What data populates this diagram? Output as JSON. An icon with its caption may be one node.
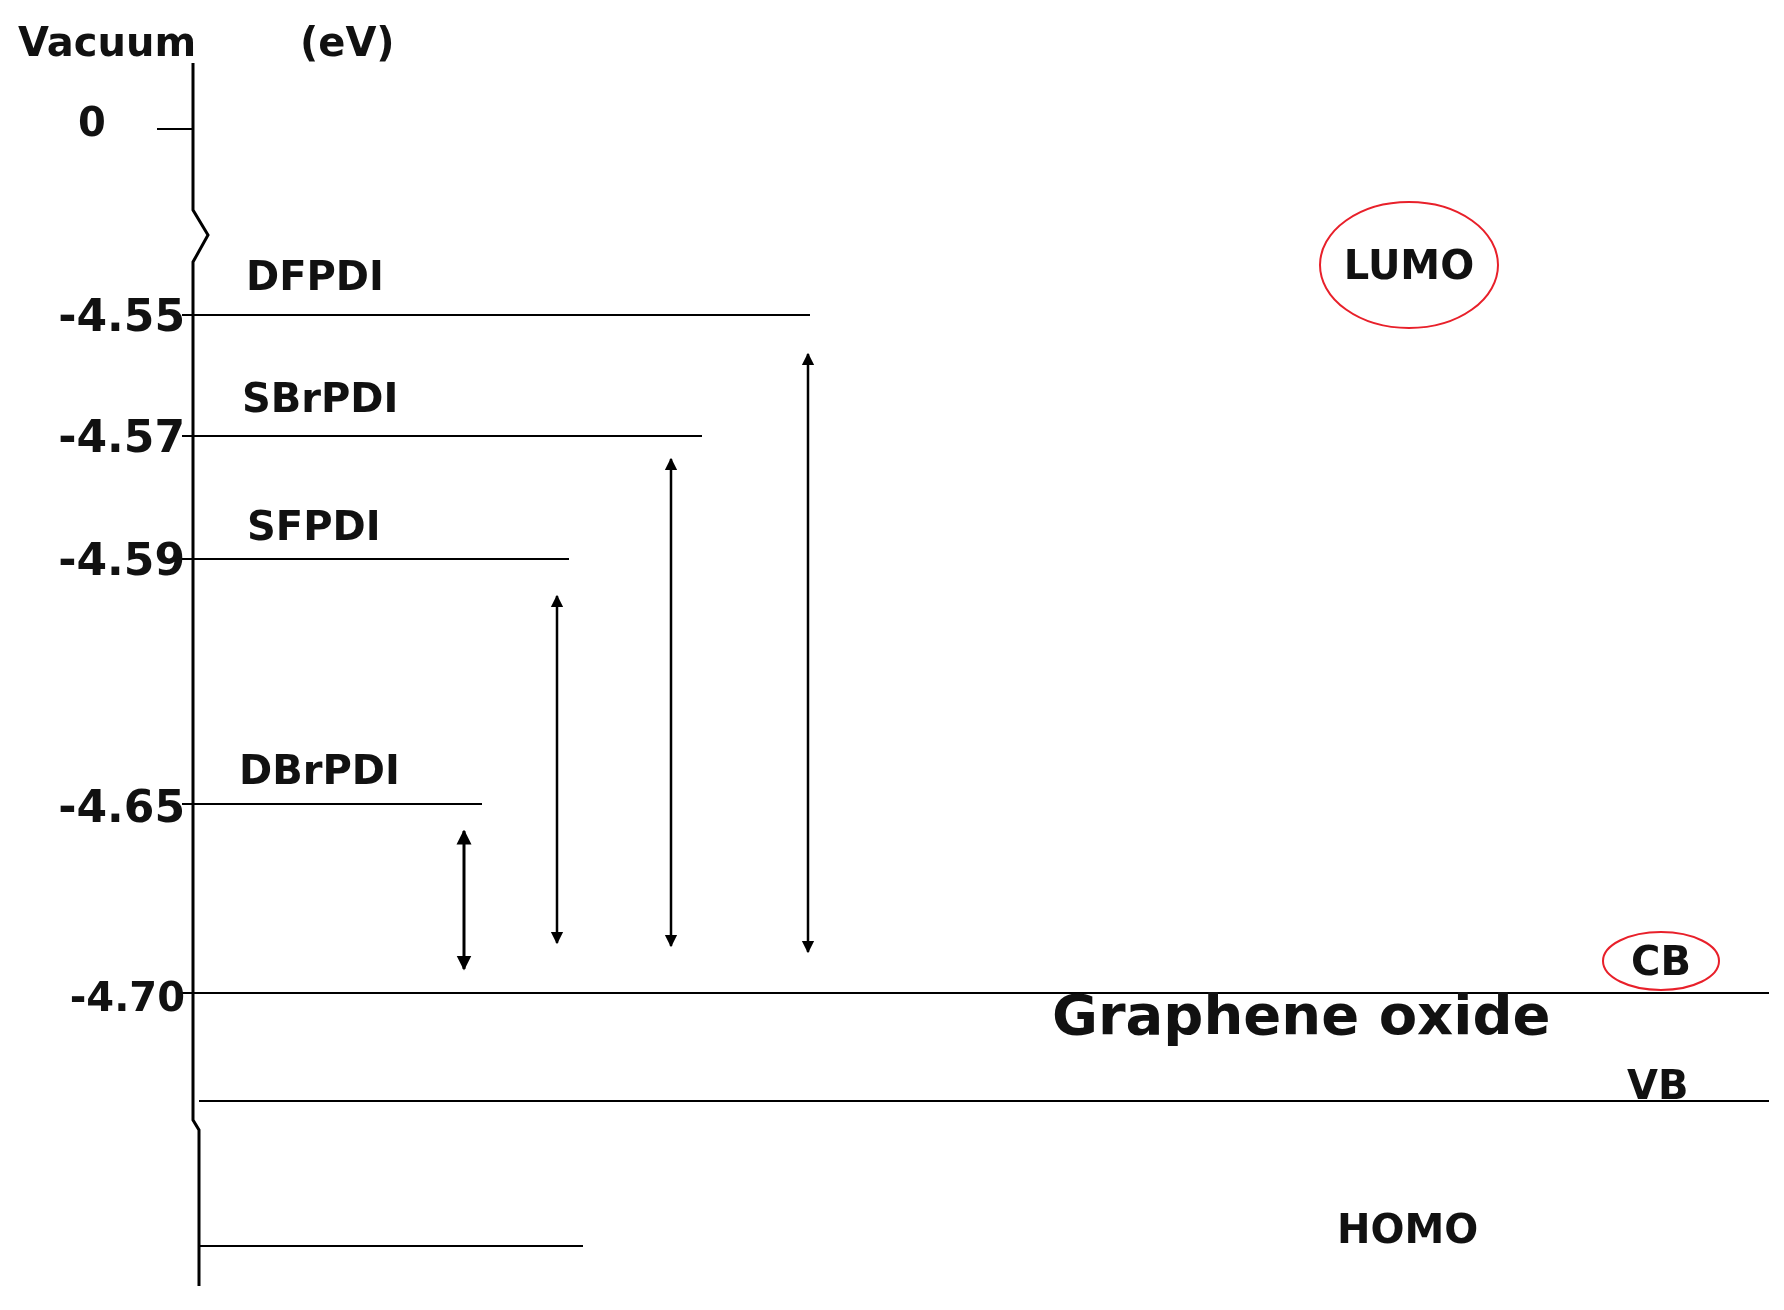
{
  "diagram": {
    "nodes": [
      {
        "text": [
          "LUMO"
        ]
      },
      {
        "text": [
          "CB"
        ]
      }
    ],
    "labels": [
      "Vacuum",
      "(eV)",
      "0",
      "DFPDI",
      "-4.55",
      "SBrPDI",
      "-4.57",
      "SFPDI",
      "-4.59",
      "DBrPDI",
      "-4.65",
      "-4.70",
      "Graphene oxide",
      "VB",
      "HOMO"
    ]
  }
}
